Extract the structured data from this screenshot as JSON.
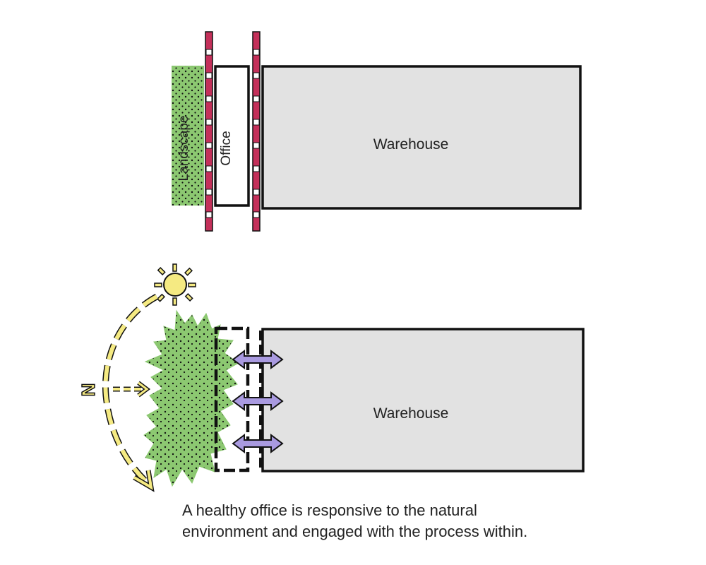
{
  "top_diagram": {
    "landscape_label": "Landscape",
    "office_label": "Office",
    "warehouse_label": "Warehouse"
  },
  "bottom_diagram": {
    "warehouse_label": "Warehouse",
    "north_label": "N"
  },
  "caption": {
    "line1": "A healthy office is responsive to the natural",
    "line2": "environment and engaged with the process within."
  },
  "colors": {
    "landscape_green": "#8cc871",
    "warehouse_fill": "#e2e2e2",
    "wall_red": "#c4305a",
    "sun_yellow": "#f5ea82",
    "arrow_purple": "#a99ae0",
    "outline": "#111111"
  },
  "icons": [
    "sun-icon",
    "north-arrow-icon",
    "double-arrow-icon",
    "tree-canopy-icon"
  ]
}
